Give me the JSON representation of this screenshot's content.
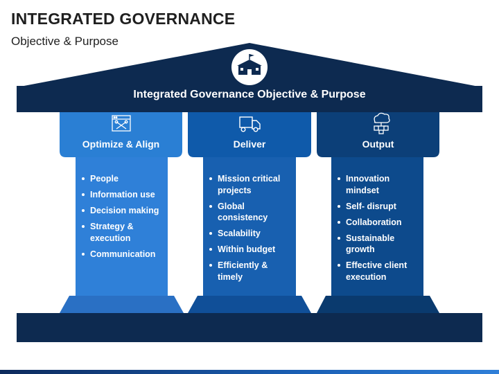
{
  "header": {
    "title": "INTEGRATED GOVERNANCE",
    "subtitle": "Objective & Purpose"
  },
  "roof": {
    "label": "Integrated Governance Objective & Purpose",
    "icon": "school-building-icon"
  },
  "colors": {
    "navy": "#0d2a50",
    "pillar_light": "#2f80d8",
    "pillar_mid": "#1860b0",
    "pillar_dark": "#0d4a8c",
    "head_light": "#2a7fd4",
    "head_mid": "#0f5aaa",
    "head_dark": "#0c3f78"
  },
  "pillars": [
    {
      "heading": "Optimize & Align",
      "icon": "strategy-tools-icon",
      "items": [
        "People",
        "Information use",
        "Decision making",
        "Strategy & execution",
        "Communication"
      ]
    },
    {
      "heading": "Deliver",
      "icon": "delivery-truck-icon",
      "items": [
        "Mission critical projects",
        "Global consistency",
        "Scalability",
        "Within budget",
        "Efficiently & timely"
      ]
    },
    {
      "heading": "Output",
      "icon": "cloud-network-icon",
      "items": [
        "Innovation mindset",
        "Self- disrupt",
        "Collaboration",
        "Sustainable growth",
        "Effective client execution"
      ]
    }
  ]
}
